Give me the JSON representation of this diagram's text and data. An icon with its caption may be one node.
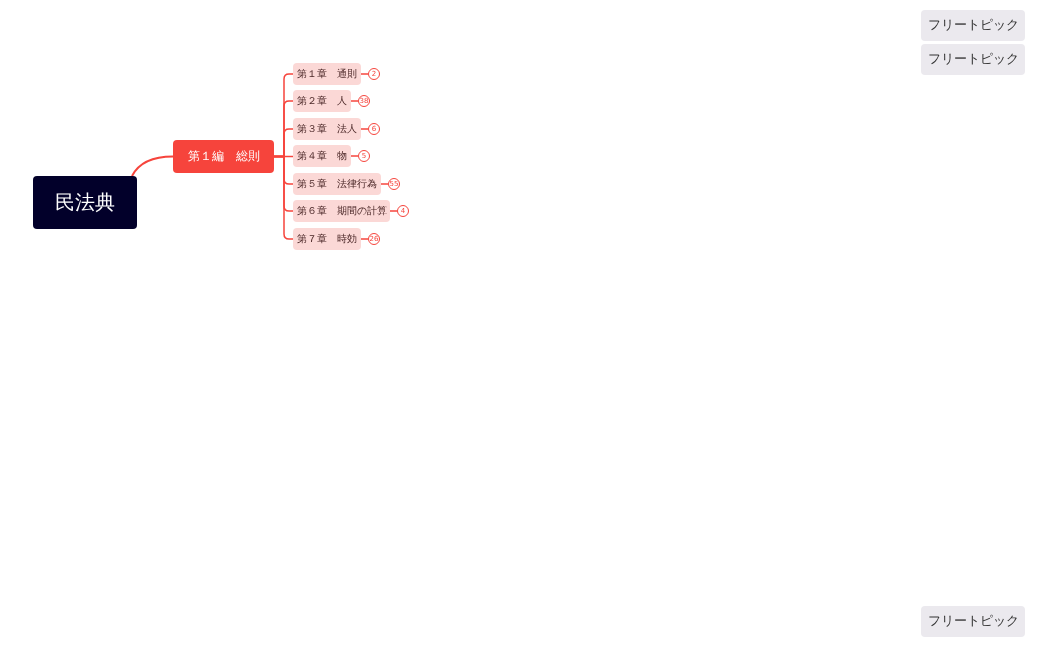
{
  "diagram": {
    "nodes": [
      {
        "text": [
          "民法典"
        ]
      },
      {
        "text": [
          "第１編　総則"
        ]
      },
      {
        "text": [
          "第１章　通則"
        ]
      },
      {
        "text": [
          "第２章　人"
        ]
      },
      {
        "text": [
          "第３章　法人"
        ]
      },
      {
        "text": [
          "第４章　物"
        ]
      },
      {
        "text": [
          "第５章　法律行為"
        ]
      },
      {
        "text": [
          "第６章　期間の計算"
        ]
      },
      {
        "text": [
          "第７章　時効"
        ]
      },
      {
        "text": [
          "2"
        ]
      },
      {
        "text": [
          "38"
        ]
      },
      {
        "text": [
          "6"
        ]
      },
      {
        "text": [
          "5"
        ]
      },
      {
        "text": [
          "55"
        ]
      },
      {
        "text": [
          "4"
        ]
      },
      {
        "text": [
          "26"
        ]
      },
      {
        "text": [
          "フリートピック"
        ]
      },
      {
        "text": [
          "フリートピック"
        ]
      },
      {
        "text": [
          "フリートピック"
        ]
      }
    ],
    "edges": [
      {
        "from": 0,
        "to": 1,
        "arrow": "none"
      },
      {
        "from": 1,
        "to": 2,
        "arrow": "none"
      },
      {
        "from": 1,
        "to": 3,
        "arrow": "none"
      },
      {
        "from": 1,
        "to": 4,
        "arrow": "none"
      },
      {
        "from": 1,
        "to": 5,
        "arrow": "none"
      },
      {
        "from": 1,
        "to": 6,
        "arrow": "none"
      },
      {
        "from": 1,
        "to": 7,
        "arrow": "none"
      },
      {
        "from": 1,
        "to": 8,
        "arrow": "none"
      },
      {
        "from": 2,
        "to": 9,
        "arrow": "none"
      },
      {
        "from": 3,
        "to": 10,
        "arrow": "none"
      },
      {
        "from": 4,
        "to": 11,
        "arrow": "none"
      },
      {
        "from": 5,
        "to": 12,
        "arrow": "none"
      },
      {
        "from": 6,
        "to": 13,
        "arrow": "none"
      },
      {
        "from": 7,
        "to": 14,
        "arrow": "none"
      },
      {
        "from": 8,
        "to": 15,
        "arrow": "none"
      }
    ]
  }
}
